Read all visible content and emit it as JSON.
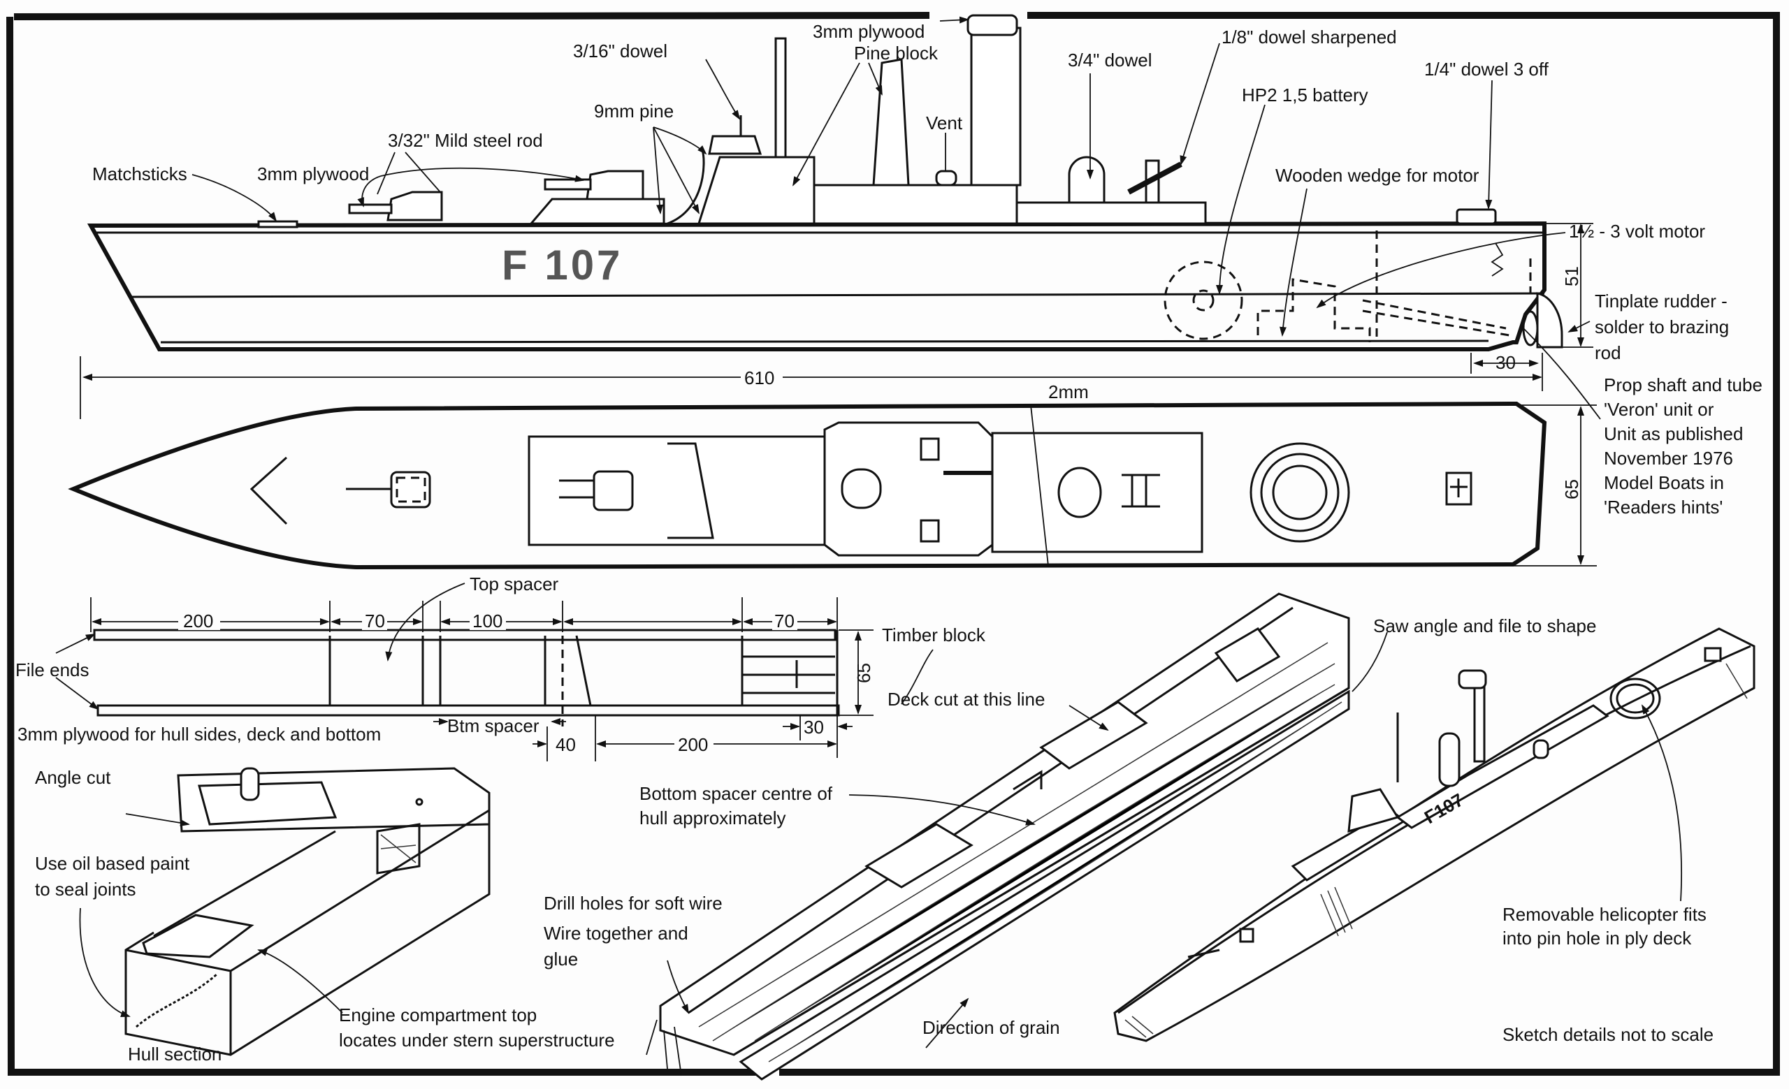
{
  "title": "F107 frigate model – construction plan",
  "hull_marking": "F 107",
  "side_view": {
    "labels": {
      "matchsticks": "Matchsticks",
      "plywood_3mm_a": "3mm plywood",
      "mild_steel_rod": "3/32\" Mild steel rod",
      "pine_9mm": "9mm pine",
      "dowel_3_16": "3/16\" dowel",
      "plywood_3mm_b": "3mm plywood",
      "pine_block": "Pine block",
      "vent": "Vent",
      "dowel_3_4": "3/4\" dowel",
      "dowel_1_8": "1/8\" dowel sharpened",
      "battery": "HP2 1,5 battery",
      "dowel_1_4": "1/4\" dowel 3 off",
      "wedge": "Wooden wedge for motor",
      "motor": "1½ - 3 volt motor",
      "rudder_1": "Tinplate rudder -",
      "rudder_2": "solder to brazing",
      "rudder_3": "rod"
    },
    "dimensions": {
      "height": "51",
      "stern_overhang": "30",
      "overall_length": "610",
      "deck_thickness": "2mm"
    }
  },
  "plan_view": {
    "beam": "65",
    "prop_note": [
      "Prop shaft and tube",
      "'Veron' unit or",
      "Unit as published",
      "November 1976",
      "Model Boats in",
      "'Readers hints'"
    ]
  },
  "hull_sides": {
    "labels": {
      "top_spacer": "Top spacer",
      "file_ends": "File ends",
      "plywood_note": "3mm plywood for hull sides, deck and bottom",
      "btm_spacer": "Btm spacer",
      "timber_block": "Timber block"
    },
    "top_dimensions": [
      "200",
      "70",
      "100",
      "70"
    ],
    "bottom_dimensions": [
      "40",
      "200",
      "30"
    ],
    "height": "65"
  },
  "hull_section": {
    "labels": {
      "angle_cut": "Angle cut",
      "paint_1": "Use oil based paint",
      "paint_2": "to seal joints",
      "engine_1": "Engine compartment top",
      "engine_2": "locates under stern superstructure",
      "caption": "Hull section"
    }
  },
  "block_sketch": {
    "labels": {
      "deck_cut": "Deck cut at this line",
      "bottom_spacer_1": "Bottom spacer centre of",
      "bottom_spacer_2": "hull approximately",
      "drill": "Drill holes for soft wire",
      "wire_1": "Wire together and",
      "wire_2": "glue",
      "grain": "Direction of grain",
      "saw": "Saw angle and file to shape"
    }
  },
  "finished_sketch": {
    "marking": "F107",
    "labels": {
      "heli_1": "Removable helicopter fits",
      "heli_2": "into pin hole in ply deck",
      "not_to_scale": "Sketch details not to scale"
    }
  }
}
